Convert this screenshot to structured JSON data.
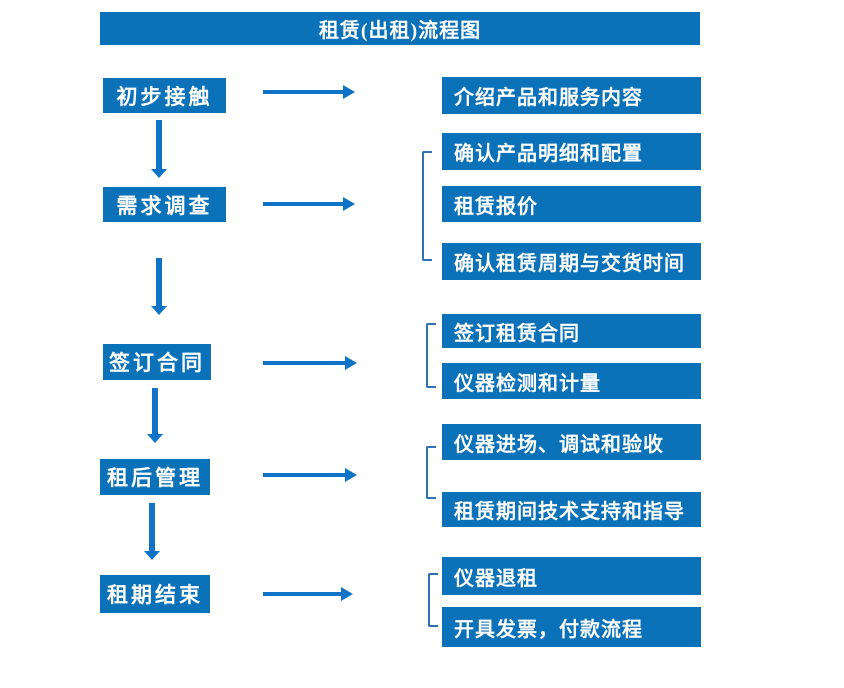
{
  "title": "租赁(出租)流程图",
  "colors": {
    "box": "#0b71b8",
    "arrow": "#0f74c8",
    "bracket": "#2e74b5",
    "text": "#ffffff",
    "background": "#ffffff"
  },
  "flow": [
    {
      "step": "初步接触",
      "details": [
        "介绍产品和服务内容"
      ]
    },
    {
      "step": "需求调查",
      "details": [
        "确认产品明细和配置",
        "租赁报价",
        "确认租赁周期与交货时间"
      ]
    },
    {
      "step": "签订合同",
      "details": [
        "签订租赁合同",
        "仪器检测和计量"
      ]
    },
    {
      "step": "租后管理",
      "details": [
        "仪器进场、调试和验收",
        "租赁期间技术支持和指导"
      ]
    },
    {
      "step": "租期结束",
      "details": [
        "仪器退租",
        "开具发票，付款流程"
      ]
    }
  ]
}
